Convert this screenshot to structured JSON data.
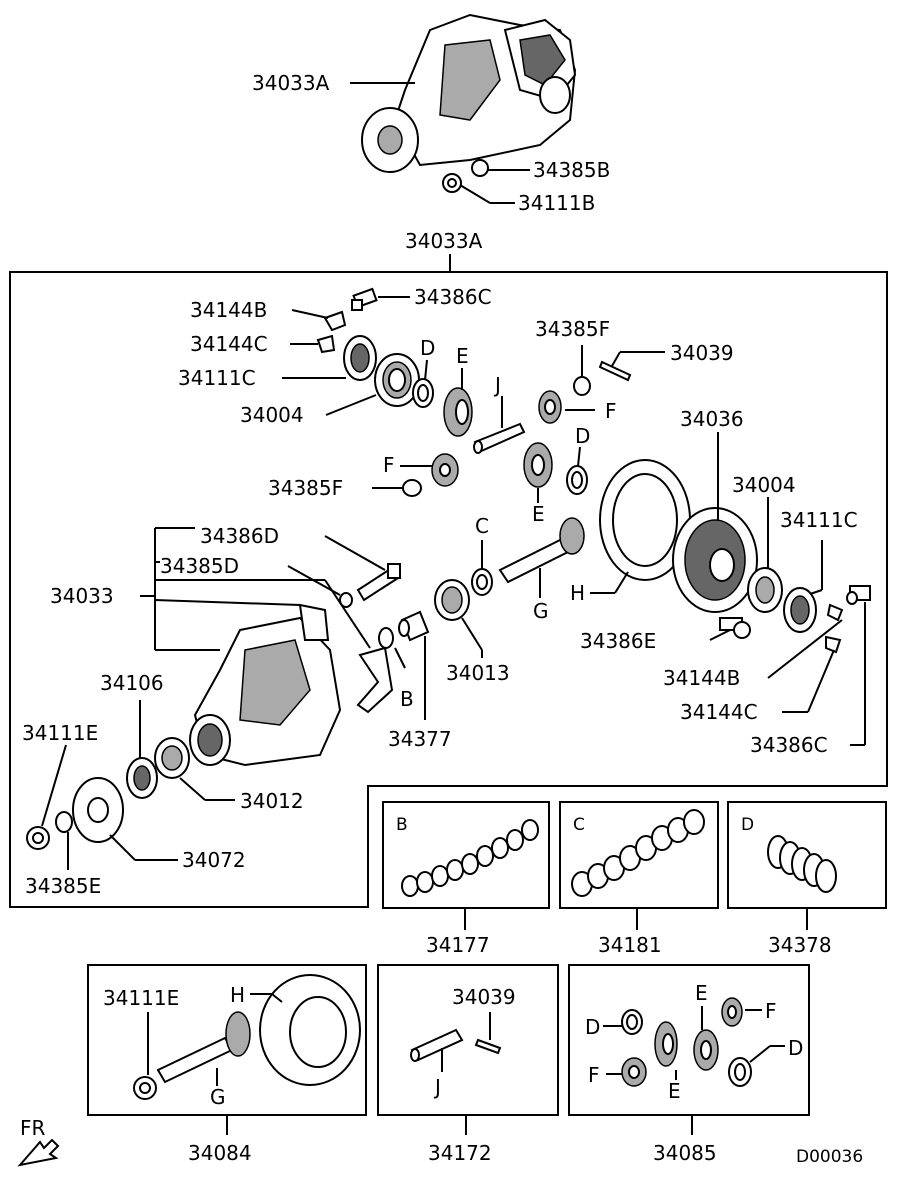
{
  "diagram_code": "D00036",
  "direction_label": "FR",
  "top_assembly": {
    "label": "34033A",
    "parts": [
      "34385B",
      "34111B"
    ]
  },
  "main_box": {
    "label": "34033A"
  },
  "parts": {
    "p34144B": "34144B",
    "p34386C": "34386C",
    "p34144C": "34144C",
    "p34111C": "34111C",
    "p34004": "34004",
    "p34385F_a": "34385F",
    "p34039": "34039",
    "p34385F_b": "34385F",
    "p34036": "34036",
    "p34004_b": "34004",
    "p34111C_b": "34111C",
    "p34386D": "34386D",
    "p34385D": "34385D",
    "p34033": "34033",
    "p34106": "34106",
    "p34111E": "34111E",
    "p34012": "34012",
    "p34072": "34072",
    "p34385E": "34385E",
    "p34013": "34013",
    "p34377": "34377",
    "p34386E": "34386E",
    "p34144B_b": "34144B",
    "p34144C_b": "34144C",
    "p34386C_b": "34386C"
  },
  "letters": {
    "B": "B",
    "C": "C",
    "D": "D",
    "E": "E",
    "F": "F",
    "G": "G",
    "H": "H",
    "J": "J"
  },
  "kits": [
    {
      "code": "34177",
      "letter": "B"
    },
    {
      "code": "34181",
      "letter": "C"
    },
    {
      "code": "34378",
      "letter": "D"
    }
  ],
  "sets": [
    {
      "code": "34084",
      "labels": [
        "34111E",
        "H",
        "G"
      ]
    },
    {
      "code": "34172",
      "labels": [
        "34039",
        "J"
      ]
    },
    {
      "code": "34085",
      "labels": [
        "D",
        "E",
        "F",
        "F",
        "E",
        "D"
      ]
    }
  ]
}
